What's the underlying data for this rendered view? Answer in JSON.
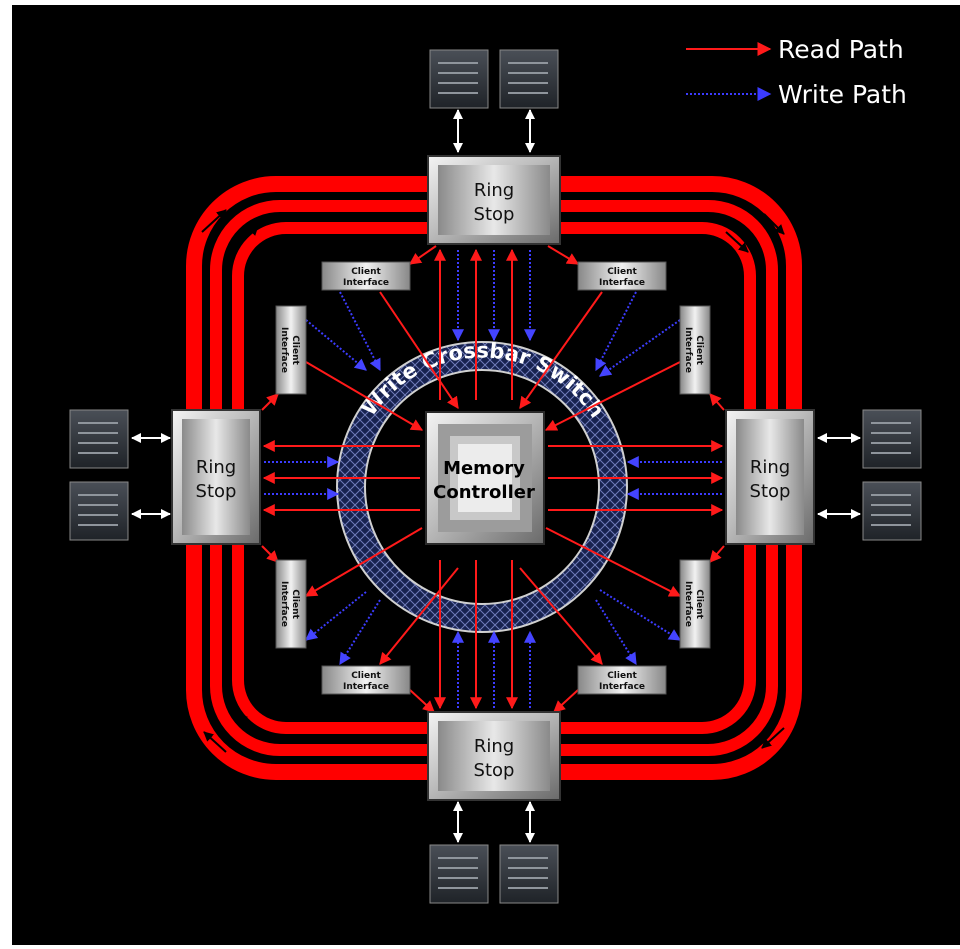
{
  "legend": {
    "read_label": "Read Path",
    "write_label": "Write Path"
  },
  "ring_stop_line1": "Ring",
  "ring_stop_line2": "Stop",
  "memory_controller": {
    "line1": "Memory",
    "line2": "Controller"
  },
  "crossbar_label": "Write Crossbar Switch",
  "client_interface": {
    "line1": "Client",
    "line2": "Interface"
  },
  "colors": {
    "read": "#ff1a1a",
    "write": "#3c3cff",
    "ring": "#ff0000",
    "background": "#000000",
    "crossbar": "#1e2a5c"
  },
  "icons": [
    "memory-chip-icon",
    "bidirectional-arrow-icon",
    "ring-direction-arrow-icon"
  ]
}
